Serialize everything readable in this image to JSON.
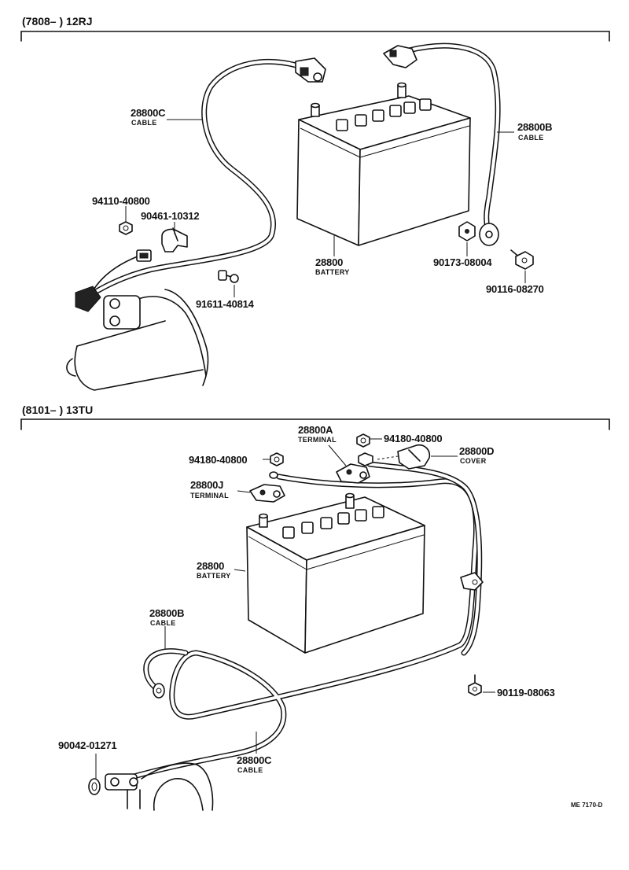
{
  "sections": [
    {
      "range": "(7808–      ) 12RJ"
    },
    {
      "range": "(8101–      ) 13TU"
    }
  ],
  "top_parts": {
    "cable_c": {
      "number": "28800C",
      "name": "CABLE"
    },
    "cable_b": {
      "number": "28800B",
      "name": "CABLE"
    },
    "battery": {
      "number": "28800",
      "name": "BATTERY"
    },
    "nut_94110": {
      "number": "94110-40800"
    },
    "clamp_90461": {
      "number": "90461-10312"
    },
    "bolt_91611": {
      "number": "91611-40814"
    },
    "nut_90173": {
      "number": "90173-08004"
    },
    "bolt_90116": {
      "number": "90116-08270"
    }
  },
  "bottom_parts": {
    "terminal_a": {
      "number": "28800A",
      "name": "TERMINAL"
    },
    "nut_94180_right": {
      "number": "94180-40800"
    },
    "nut_94180_left": {
      "number": "94180-40800"
    },
    "cover_d": {
      "number": "28800D",
      "name": "COVER"
    },
    "terminal_j": {
      "number": "28800J",
      "name": "TERMINAL"
    },
    "battery": {
      "number": "28800",
      "name": "BATTERY"
    },
    "cable_b": {
      "number": "28800B",
      "name": "CABLE"
    },
    "bolt_90119": {
      "number": "90119-08063"
    },
    "washer_90042": {
      "number": "90042-01271"
    },
    "cable_c": {
      "number": "28800C",
      "name": "CABLE"
    }
  },
  "drawing_code": "ME 7170-D"
}
